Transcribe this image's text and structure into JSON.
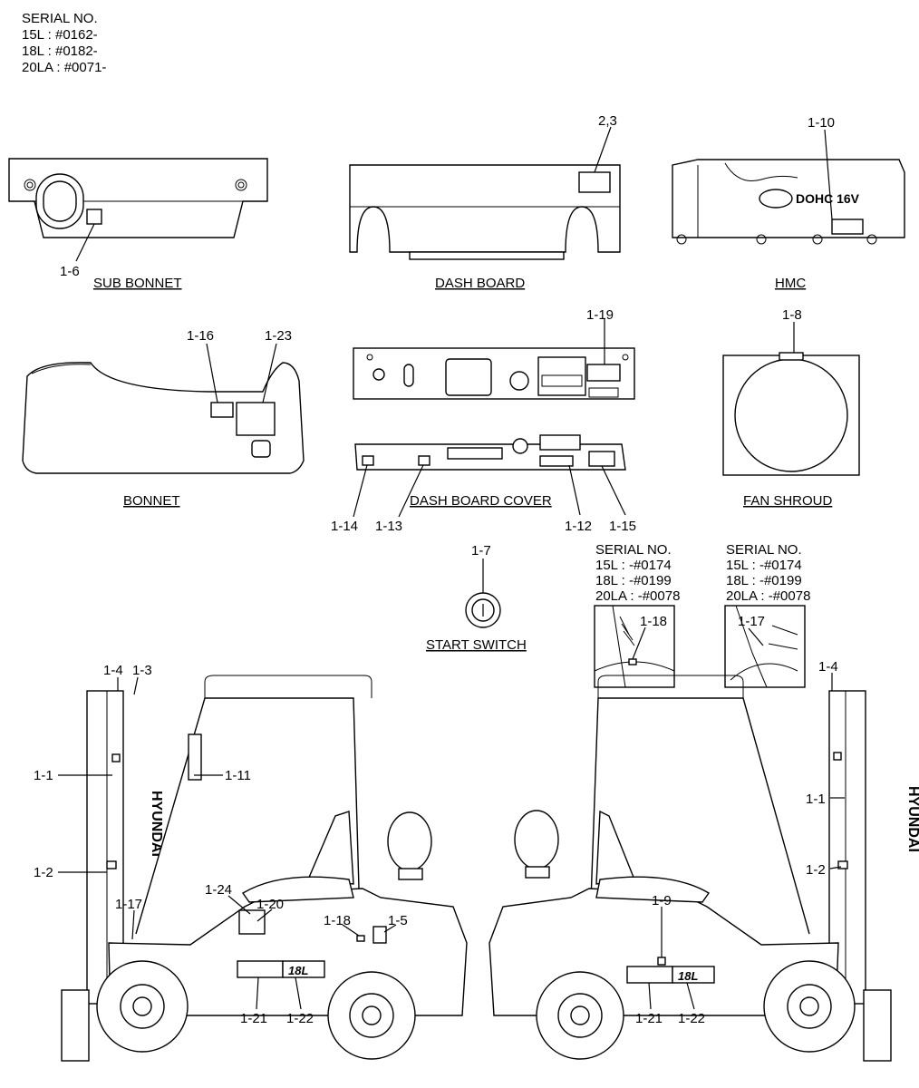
{
  "serial_main": [
    "SERIAL NO.",
    "15L : #0162-",
    "18L : #0182-",
    "20LA : #0071-"
  ],
  "serial_left": [
    "SERIAL NO.",
    "15L : -#0174",
    "18L : -#0199",
    "20LA : -#0078"
  ],
  "serial_right": [
    "SERIAL NO.",
    "15L : -#0174",
    "18L : -#0199",
    "20LA : -#0078"
  ],
  "captions": {
    "sub_bonnet": "SUB BONNET",
    "dash_board": "DASH BOARD",
    "hmc": "HMC",
    "bonnet": "BONNET",
    "dash_board_cover": "DASH BOARD COVER",
    "fan_shroud": "FAN SHROUD",
    "start_switch": "START SWITCH"
  },
  "engine_text": "DOHC  16V",
  "brand_text": "HYUNDAI",
  "model_badge": "18L",
  "parts": {
    "p1_6": "1-6",
    "p2_3": "2,3",
    "p1_10": "1-10",
    "p1_16": "1-16",
    "p1_23": "1-23",
    "p1_19": "1-19",
    "p1_8": "1-8",
    "p1_14": "1-14",
    "p1_13": "1-13",
    "p1_12": "1-12",
    "p1_15": "1-15",
    "p1_7": "1-7",
    "p1_18_inset": "1-18",
    "p1_17_inset": "1-17",
    "p1_4_l": "1-4",
    "p1_3": "1-3",
    "p1_1_l": "1-1",
    "p1_11": "1-11",
    "p1_2_l": "1-2",
    "p1_24": "1-24",
    "p1_20": "1-20",
    "p1_17": "1-17",
    "p1_18": "1-18",
    "p1_5": "1-5",
    "p1_21_l": "1-21",
    "p1_22_l": "1-22",
    "p1_4_r": "1-4",
    "p1_1_r": "1-1",
    "p1_2_r": "1-2",
    "p1_9": "1-9",
    "p1_21_r": "1-21",
    "p1_22_r": "1-22"
  }
}
